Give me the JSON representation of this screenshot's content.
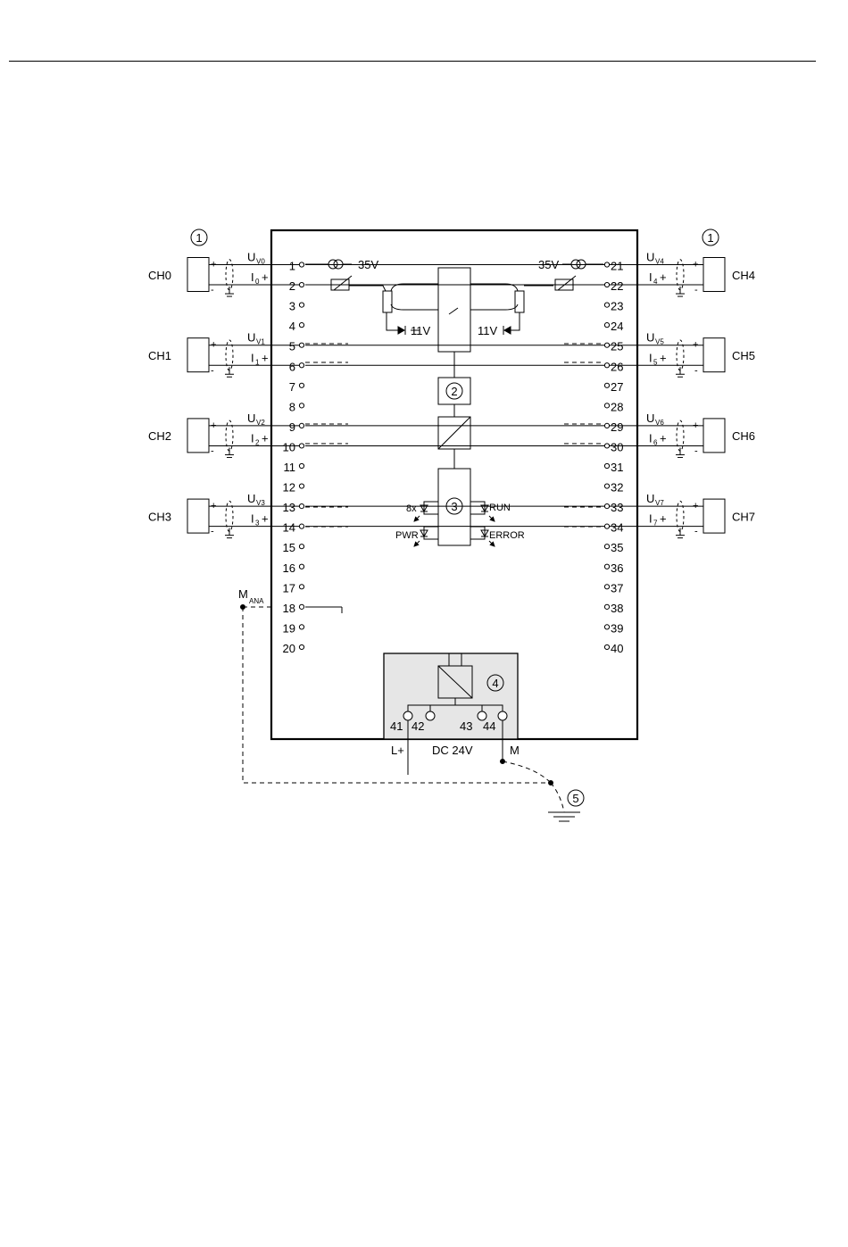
{
  "colors": {
    "line": "#000000",
    "supply_box": "#e6e6e6",
    "background": "#ffffff"
  },
  "callouts": [
    "1",
    "2",
    "3",
    "4",
    "5"
  ],
  "left_channels": [
    {
      "name": "CH0",
      "uv_main": "U",
      "uv_sub": "V0",
      "i_main": "I",
      "i_sub": "0",
      "i_suffix": "+",
      "pin_uv": "1",
      "pin_i": "2",
      "pin_extra": "3"
    },
    {
      "name": "CH1",
      "uv_main": "U",
      "uv_sub": "V1",
      "i_main": "I",
      "i_sub": "1",
      "i_suffix": "+",
      "pin_uv": "5",
      "pin_i": "6",
      "pin_extra": "7"
    },
    {
      "name": "CH2",
      "uv_main": "U",
      "uv_sub": "V2",
      "i_main": "I",
      "i_sub": "2",
      "i_suffix": "+",
      "pin_uv": "9",
      "pin_i": "10",
      "pin_extra": "11"
    },
    {
      "name": "CH3",
      "uv_main": "U",
      "uv_sub": "V3",
      "i_main": "I",
      "i_sub": "3",
      "i_suffix": "+",
      "pin_uv": "13",
      "pin_i": "14",
      "pin_extra": "15"
    }
  ],
  "right_channels": [
    {
      "name": "CH4",
      "uv_main": "U",
      "uv_sub": "V4",
      "i_main": "I",
      "i_sub": "4",
      "i_suffix": "+",
      "pin_uv": "21",
      "pin_i": "22",
      "pin_extra": "23"
    },
    {
      "name": "CH5",
      "uv_main": "U",
      "uv_sub": "V5",
      "i_main": "I",
      "i_sub": "5",
      "i_suffix": "+",
      "pin_uv": "25",
      "pin_i": "26",
      "pin_extra": "27"
    },
    {
      "name": "CH6",
      "uv_main": "U",
      "uv_sub": "V6",
      "i_main": "I",
      "i_sub": "6",
      "i_suffix": "+",
      "pin_uv": "29",
      "pin_i": "30",
      "pin_extra": "31"
    },
    {
      "name": "CH7",
      "uv_main": "U",
      "uv_sub": "V7",
      "i_main": "I",
      "i_sub": "7",
      "i_suffix": "+",
      "pin_uv": "33",
      "pin_i": "34",
      "pin_extra": "35"
    }
  ],
  "left_pins_plain": [
    "4",
    "8",
    "12",
    "16",
    "17",
    "18",
    "19",
    "20"
  ],
  "right_pins_plain": [
    "24",
    "28",
    "32",
    "36",
    "37",
    "38",
    "39",
    "40"
  ],
  "sensor_polarity": {
    "plus": "+",
    "minus": "-"
  },
  "voltages": {
    "limit_left": "35V",
    "limit_right": "35V",
    "zener_left": "11V",
    "zener_right": "11V"
  },
  "leds": {
    "count_label": "8x",
    "run": "RUN",
    "pwr": "PWR",
    "error": "ERROR"
  },
  "ground_ref": {
    "main": "M",
    "sub": "ANA"
  },
  "supply": {
    "pin_41": "41",
    "pin_42": "42",
    "pin_43": "43",
    "pin_44": "44",
    "l_plus": "L+",
    "voltage": "DC 24V",
    "m": "M"
  }
}
